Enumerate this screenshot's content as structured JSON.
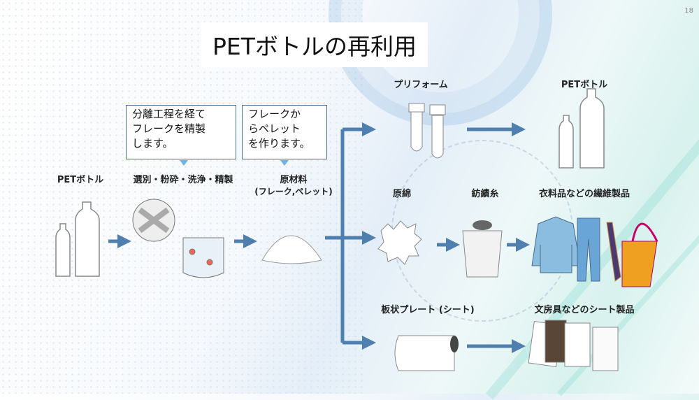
{
  "page_number": "18",
  "title": "PETボトルの再利用",
  "callouts": [
    "分離工程を経て\nフレークを精製\nします。",
    "フレークか\nらペレット\nを作ります。"
  ],
  "labels": {
    "pet_bottle_source": "PETボトル",
    "process": "選別・粉砕・洗浄・精製",
    "raw_material": "原材料",
    "raw_material_sub": "(フレーク,ペレット)",
    "preform": "プリフォーム",
    "pet_bottle_product": "PETボトル",
    "raw_cotton": "原綿",
    "spun_yarn": "紡績糸",
    "textile_products": "衣料品などの繊維製品",
    "sheet": "板状プレート (シート)",
    "sheet_products": "文房具などのシート製品"
  },
  "colors": {
    "arrow": "#4f7fae",
    "callout_border": "#4a6f95"
  }
}
